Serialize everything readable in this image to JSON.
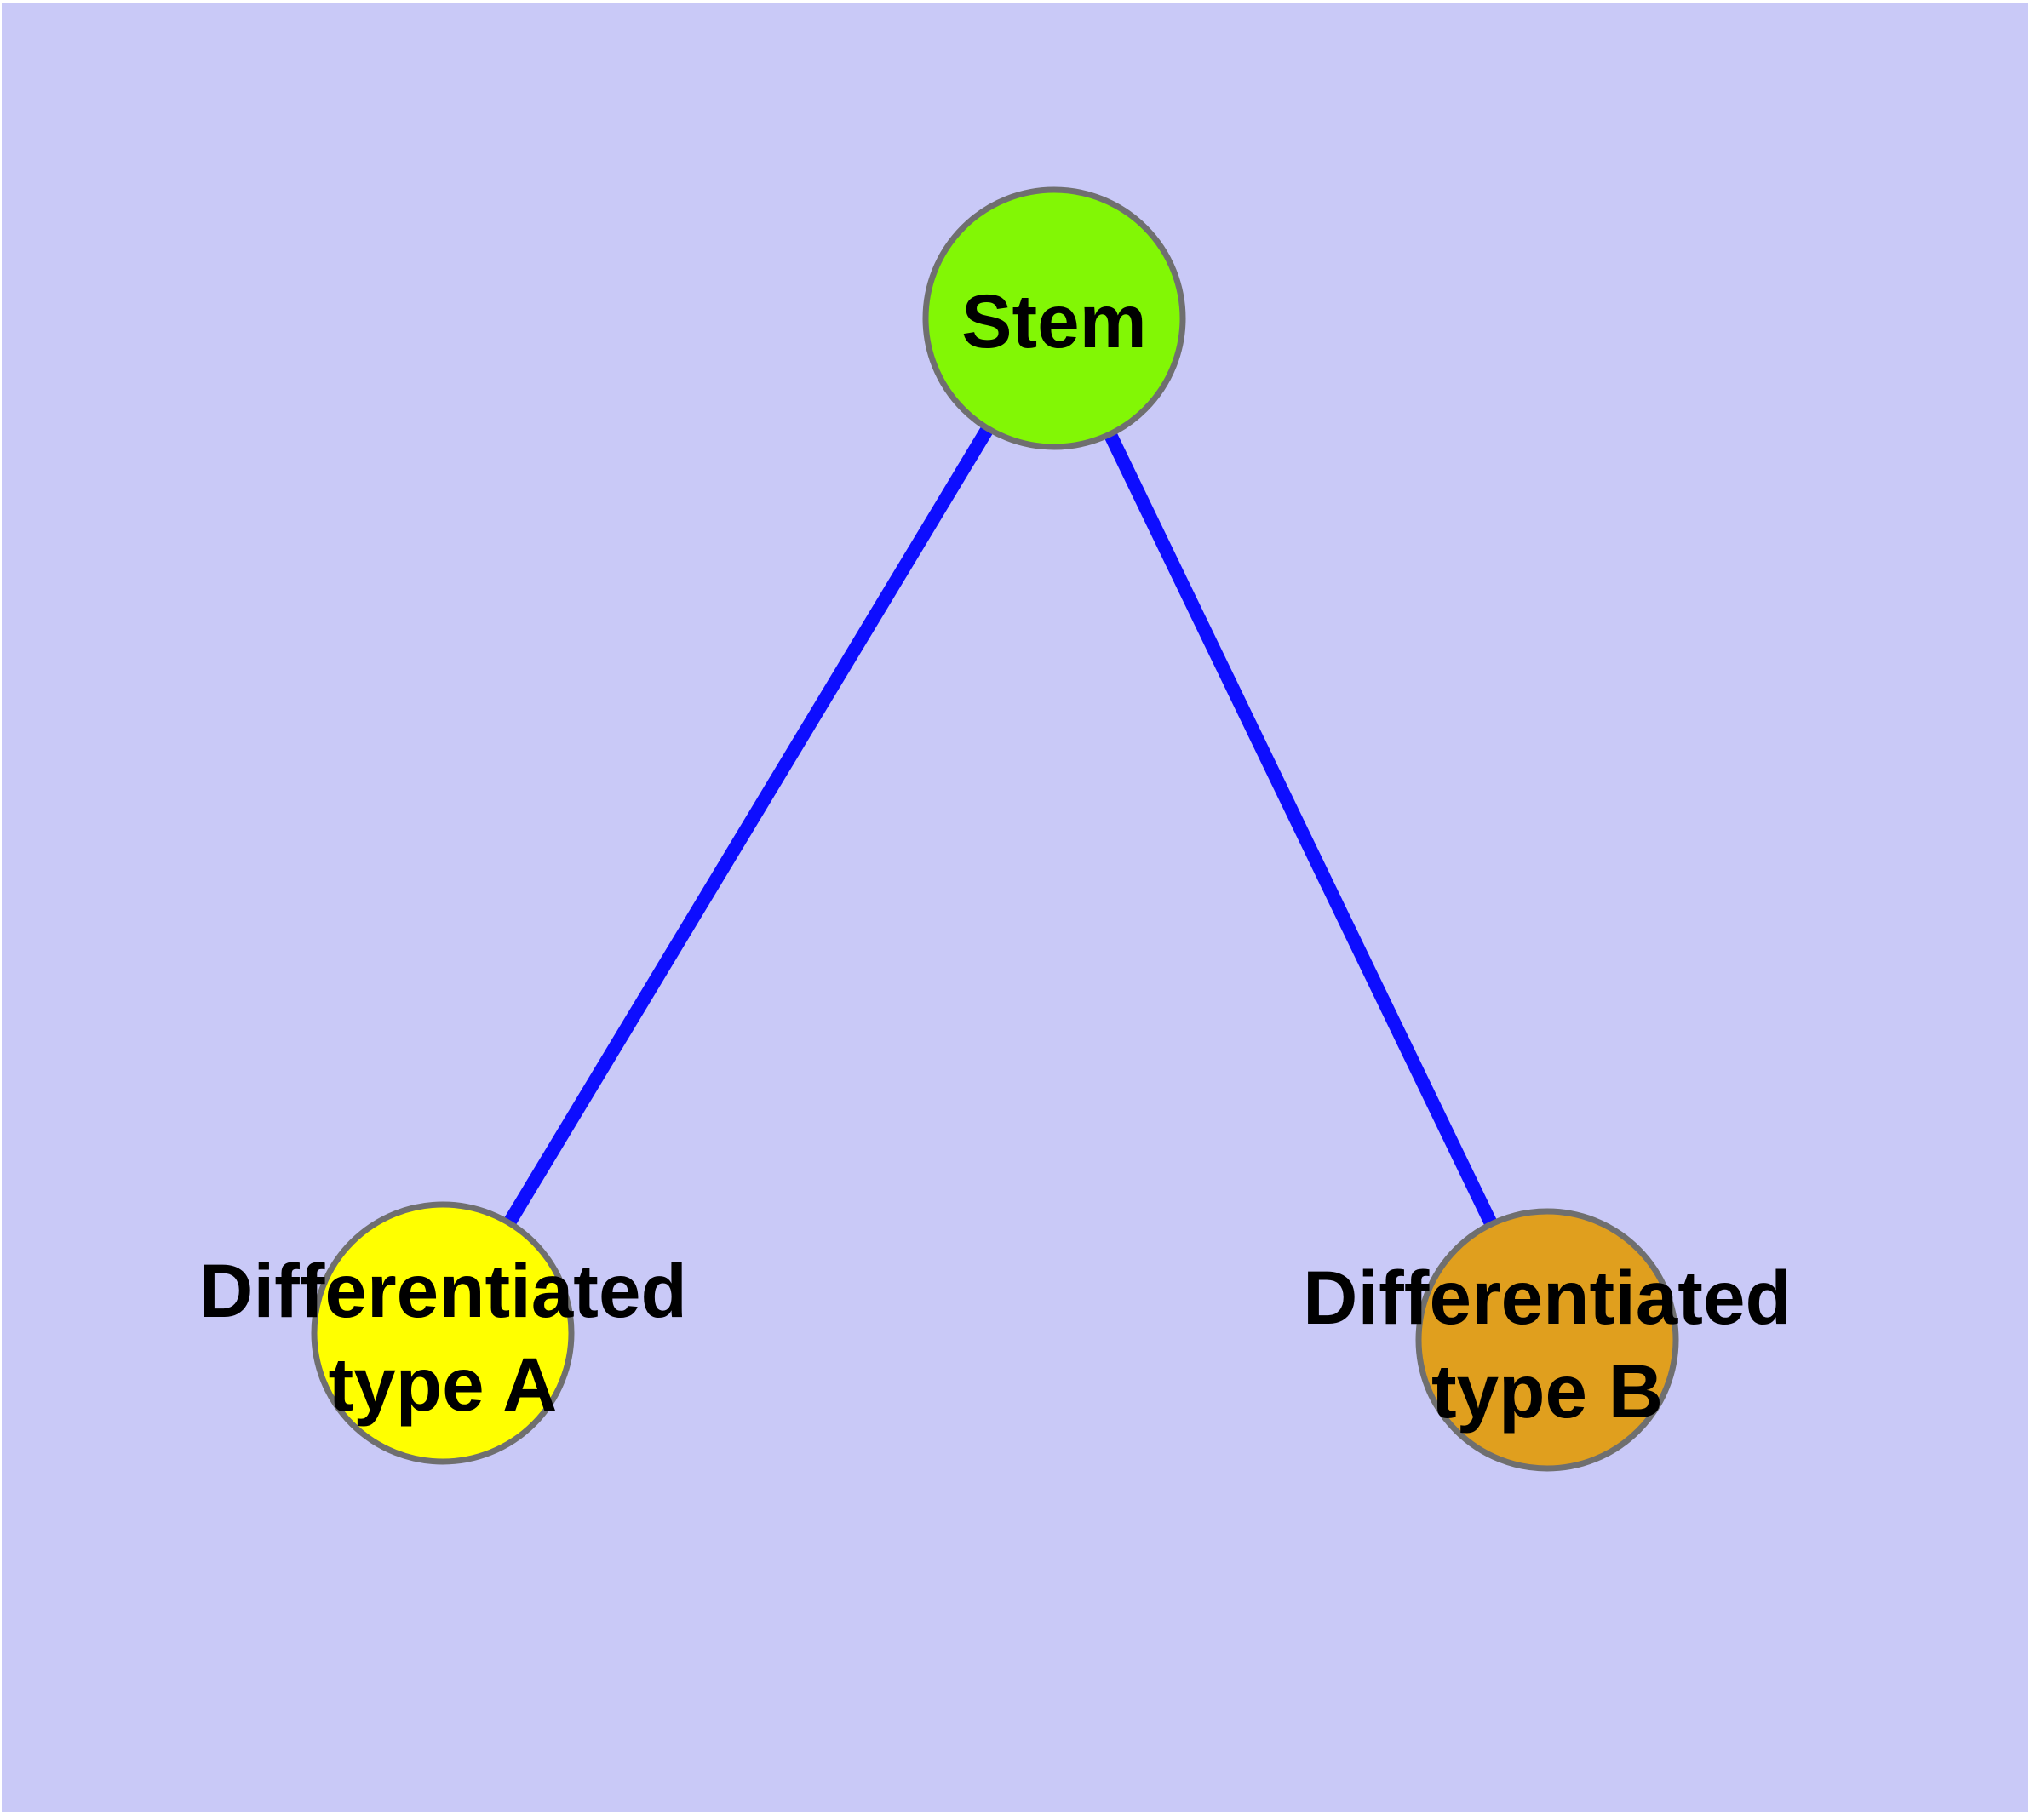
{
  "diagram": {
    "background_color": "#C9C9F7",
    "edge_color": "#0D0DFF",
    "node_border_color": "#6F6F6F",
    "label_color": "#000000",
    "nodes": [
      {
        "id": "stem",
        "label_lines": [
          "Stem"
        ],
        "full_label": "Stem",
        "fill_color": "#82F705"
      },
      {
        "id": "differentiated-type-a",
        "label_lines": [
          "Differentiated",
          "type A"
        ],
        "full_label": "Differentiated type A",
        "fill_color": "#FFFF00"
      },
      {
        "id": "differentiated-type-b",
        "label_lines": [
          "Differentiated",
          "type B"
        ],
        "full_label": "Differentiated type B",
        "fill_color": "#E09F1E"
      }
    ],
    "edges": [
      {
        "from": "stem",
        "to": "differentiated-type-a"
      },
      {
        "from": "stem",
        "to": "differentiated-type-b"
      }
    ]
  }
}
